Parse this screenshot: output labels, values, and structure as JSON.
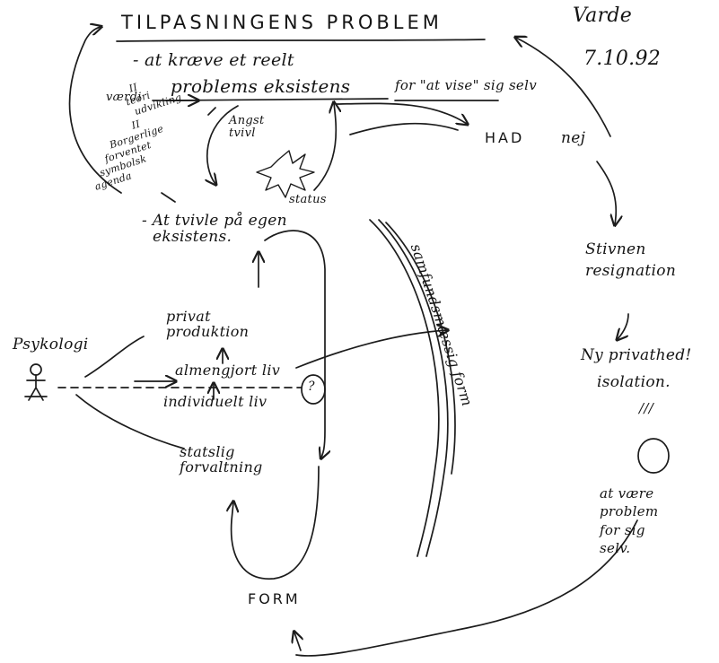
{
  "note": {
    "title": "TILPASNINGENS PROBLEM",
    "date_label": "Varde",
    "date": "7.10.92",
    "subtitle": "- at kræve et reelt",
    "problem_line_1": "problems eksistens",
    "problem_line_2": "for \"at vise\" sig selv",
    "vaerdi": "værdi",
    "left_stack": [
      "II",
      "teori",
      "udvikling",
      "II",
      "Borgerlige",
      "forventet",
      "symbolsk",
      "agenda"
    ],
    "angst_line_1": "Angst",
    "angst_line_2": "tvivl",
    "status": "status",
    "doubt_line_1": "- At tvivle på egen",
    "doubt_line_2": "eksistens.",
    "had_label": "HAD",
    "nej_label": "nej",
    "right_line_1": "Stivnen",
    "right_line_2": "resignation",
    "ny_privathed": "Ny privathed!",
    "isolation": "isolation.",
    "triple_bar": "///",
    "final_stack": [
      "at være",
      "problem",
      "for sig",
      "selv."
    ],
    "psykologi": "Psykologi",
    "privat_line_1": "privat",
    "privat_line_2": "produktion",
    "almengjort": "almengjort liv",
    "individ": "individuelt liv",
    "circle_mark": "?",
    "statslig_line_1": "statslig",
    "statslig_line_2": "forvaltning",
    "samfund_vertical": "samfundsmæssig form",
    "form_label": "FORM"
  }
}
